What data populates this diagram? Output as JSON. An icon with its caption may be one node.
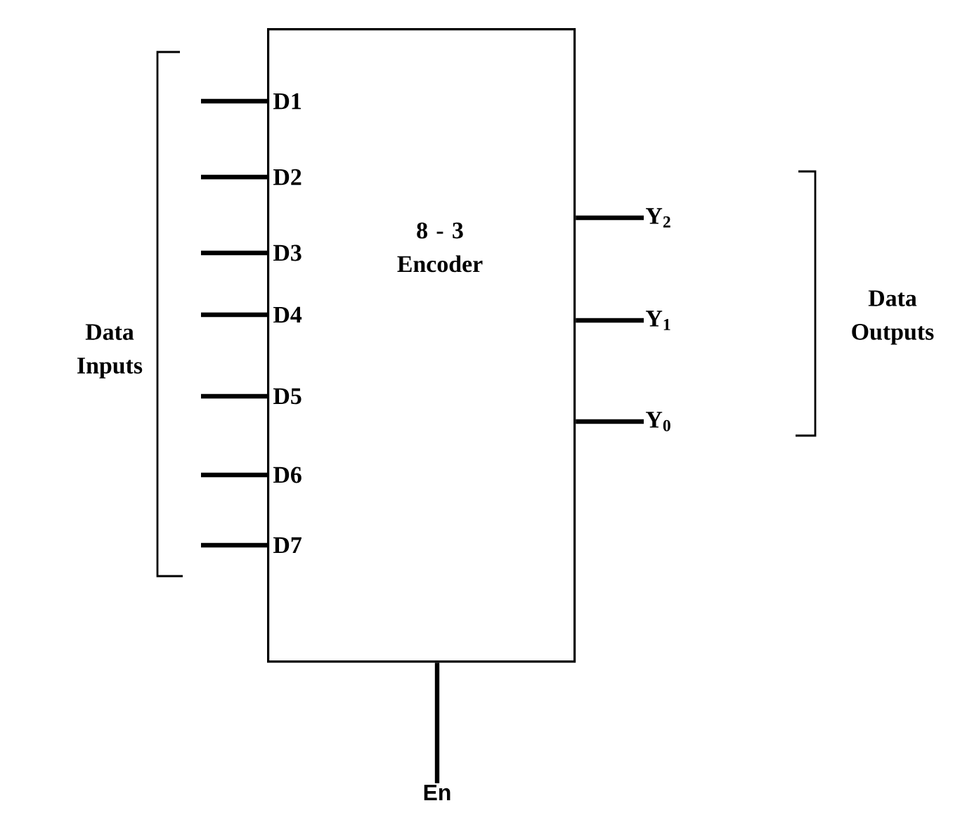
{
  "diagram": {
    "nodes": [
      {
        "text": [
          "8 - 3 Encoder"
        ]
      },
      {
        "text": [
          "D1"
        ],
        "in": 0
      },
      {
        "text": [
          "D2"
        ],
        "in": 0
      },
      {
        "text": [
          "D3"
        ],
        "in": 0
      },
      {
        "text": [
          "D4"
        ],
        "in": 0
      },
      {
        "text": [
          "D5"
        ],
        "in": 0
      },
      {
        "text": [
          "D6"
        ],
        "in": 0
      },
      {
        "text": [
          "D7"
        ],
        "in": 0
      },
      {
        "text": [
          "Y$_{2}$"
        ]
      },
      {
        "text": [
          "Y$_{1}$"
        ]
      },
      {
        "text": [
          "Y$_{0}$"
        ]
      },
      {
        "text": [
          "En"
        ]
      }
    ],
    "edges": [
      {
        "from": null,
        "to": 1,
        "arrow": "none"
      },
      {
        "from": null,
        "to": 2,
        "arrow": "none"
      },
      {
        "from": null,
        "to": 3,
        "arrow": "none"
      },
      {
        "from": null,
        "to": 4,
        "arrow": "none"
      },
      {
        "from": null,
        "to": 5,
        "arrow": "none"
      },
      {
        "from": null,
        "to": 6,
        "arrow": "none"
      },
      {
        "from": null,
        "to": 7,
        "arrow": "none"
      },
      {
        "from": 0,
        "to": 8,
        "arrow": "none"
      },
      {
        "from": 0,
        "to": 9,
        "arrow": "none"
      },
      {
        "from": 0,
        "to": 10,
        "arrow": "none"
      },
      {
        "from": 0,
        "to": 11,
        "arrow": "none"
      }
    ],
    "labels": [
      "Data Inputs",
      "Data Outputs"
    ]
  }
}
